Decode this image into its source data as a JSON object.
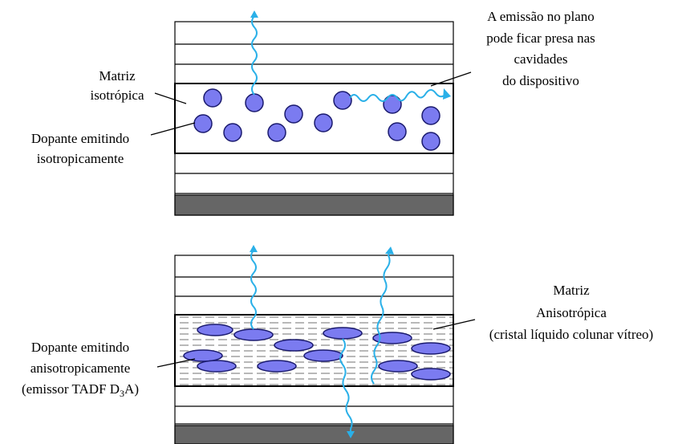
{
  "top_panel": {
    "label_matrix": [
      "Matriz",
      "isotrópica"
    ],
    "label_dopant": [
      "Dopante emitindo",
      "isotropicamente"
    ],
    "label_trapped": [
      "A emissão  no plano",
      "pode ficar presa nas",
      "cavidades",
      "do dispositivo"
    ]
  },
  "bottom_panel": {
    "label_dopant": [
      "Dopante emitindo",
      "anisotropicamente"
    ],
    "label_emitter": {
      "text": "(emissor TADF D",
      "sub": "3",
      "tail": "A)"
    },
    "label_matrix": [
      "Matriz",
      "Anisotrópica",
      "(cristal líquido colunar vítreo)"
    ]
  },
  "colors": {
    "dopant_fill": "#7b7bf0",
    "dopant_stroke": "#1a1a6e",
    "photon_wave": "#2ab0e8",
    "substrate": "#666666",
    "lc_stripes": "#b8b8b8"
  }
}
